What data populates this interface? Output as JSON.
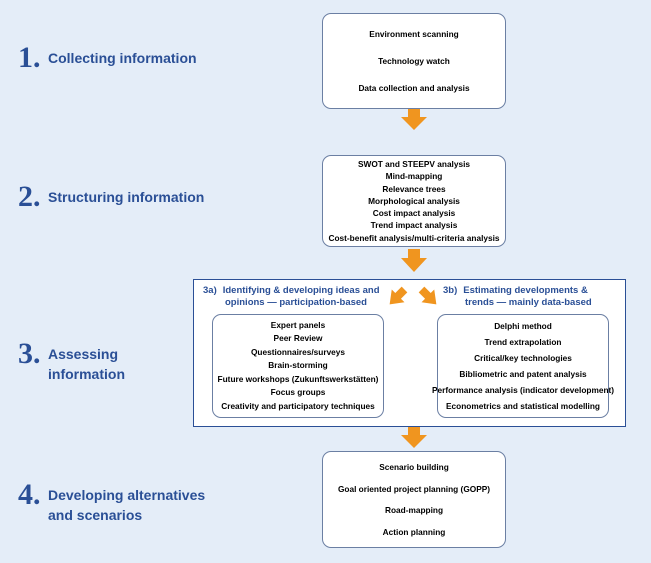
{
  "steps": [
    {
      "number": "1.",
      "title": "Collecting information"
    },
    {
      "number": "2.",
      "title": "Structuring information"
    },
    {
      "number": "3.",
      "title_line1": "Assessing",
      "title_line2": "information"
    },
    {
      "number": "4.",
      "title_line1": "Developing alternatives",
      "title_line2": "and scenarios"
    }
  ],
  "box1_items": [
    "Environment scanning",
    "Technology watch",
    "Data collection and analysis"
  ],
  "box2_items": [
    "SWOT and STEEPV analysis",
    "Mind-mapping",
    "Relevance trees",
    "Morphological analysis",
    "Cost impact analysis",
    "Trend impact analysis",
    "Cost-benefit analysis/multi-criteria analysis"
  ],
  "sub3a": {
    "tag": "3a)",
    "line1": "Identifying & developing ideas and",
    "line2": "opinions — participation-based"
  },
  "sub3b": {
    "tag": "3b)",
    "line1": "Estimating developments &",
    "line2": "trends — mainly data-based"
  },
  "box3a_items": [
    "Expert panels",
    "Peer Review",
    "Questionnaires/surveys",
    "Brain-storming",
    "Future workshops (Zukunftswerkstätten)",
    "Focus groups",
    "Creativity and participatory techniques"
  ],
  "box3b_items": [
    "Delphi method",
    "Trend extrapolation",
    "Critical/key technologies",
    "Bibliometric and patent analysis",
    "Performance analysis (indicator development)",
    "Econometrics and statistical modelling"
  ],
  "box4_items": [
    "Scenario building",
    "Goal oriented project planning (GOPP)",
    "Road-mapping",
    "Action planning"
  ],
  "colors": {
    "step_text": "#2a4f96",
    "arrow": "#f0951f",
    "background": "#e4edf8"
  }
}
